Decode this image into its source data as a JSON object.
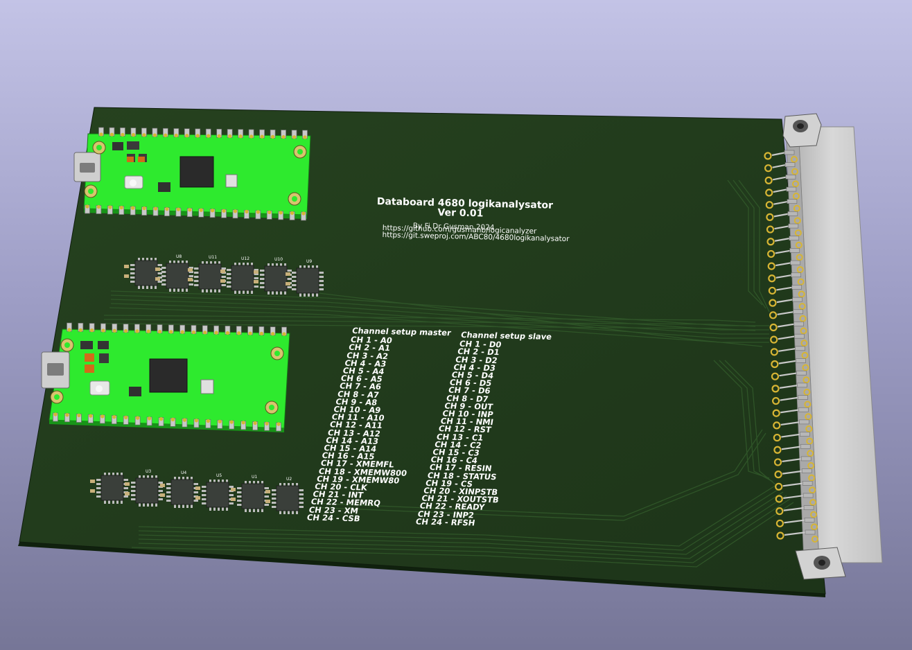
{
  "board": {
    "title": "Databoard 4680 logikanalysator",
    "version": "Ver 0.01",
    "author": "By Fi Dr Gusman 2024",
    "url1": "https://github.com/gusmanb/logicanalyzer",
    "url2": "https://git.sweproj.com/ABC80/4680logikanalysator"
  },
  "master": {
    "header": "Channel setup master",
    "lines": [
      "CH 1 - A0",
      "CH 2 - A1",
      "CH 3 - A2",
      "CH 4 - A3",
      "CH 5 - A4",
      "CH 6 - A5",
      "CH 7 - A6",
      "CH 8 - A7",
      "CH 9 - A8",
      "CH 10 - A9",
      "CH 11 - A10",
      "CH 12 - A11",
      "CH 13 - A12",
      "CH 14 - A13",
      "CH 15 - A14",
      "CH 16 - A15",
      "CH 17 - XMEMFL",
      "CH 18 - XMEMW800",
      "CH 19 - XMEMW80",
      "CH 20 - CLK",
      "CH 21 - INT",
      "CH 22 - MEMRQ",
      "CH 23 - XM",
      "CH 24 - CSB"
    ]
  },
  "slave": {
    "header": "Channel setup slave",
    "lines": [
      "CH 1 - D0",
      "CH 2 - D1",
      "CH 3 - D2",
      "CH 4 - D3",
      "CH 5 - D4",
      "CH 6 - D5",
      "CH 7 - D6",
      "CH 8 - D7",
      "CH 9 - OUT",
      "CH 10 - INP",
      "CH 11 - NMI",
      "CH 12 - RST",
      "CH 13 - C1",
      "CH 14 - C2",
      "CH 15 - C3",
      "CH 16 - C4",
      "CH 17 - RESIN",
      "CH 18 - STATUS",
      "CH 19 - CS",
      "CH 20 - XINPSTB",
      "CH 21 - XOUTSTB",
      "CH 22 - READY",
      "CH 23 - INP2",
      "CH 24 - RFSH"
    ]
  },
  "upper_ic_labels": [
    "U8",
    "U11",
    "U12",
    "U10",
    "U9"
  ],
  "lower_ic_labels": [
    "U3",
    "U4",
    "U5",
    "U1",
    "U2"
  ],
  "colors": {
    "pcb": "#213a1c",
    "pico": "#2ee82e",
    "connector": "#cbcbcb",
    "gold": "#d7b534"
  }
}
